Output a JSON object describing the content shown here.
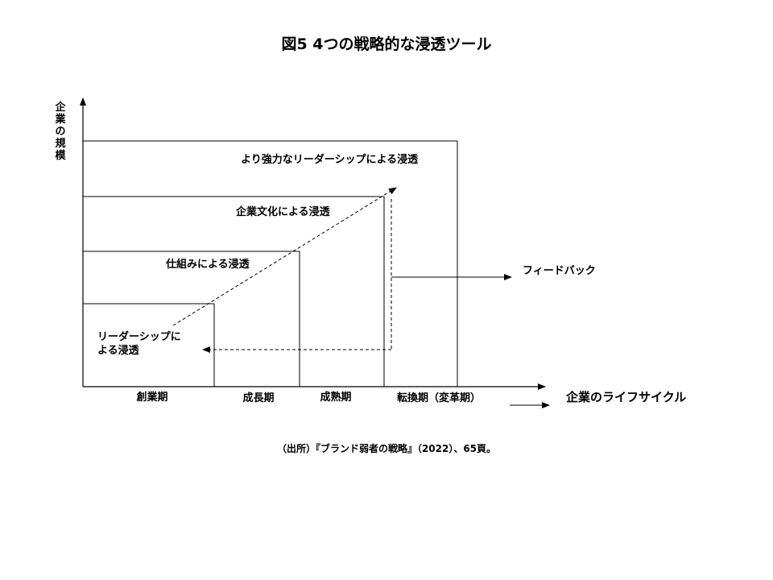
{
  "title": "図5 4つの戦略的な浸透ツール",
  "axes": {
    "y_label": "企業の規模",
    "x_label": "企業のライフサイクル"
  },
  "levels": [
    {
      "label": "リーダーシップに"
    },
    {
      "label": "よる浸透"
    },
    {
      "label": "仕組みによる浸透"
    },
    {
      "label": "企業文化による浸透"
    },
    {
      "label": "より強力なリーダーシップによる浸透"
    }
  ],
  "phases": [
    {
      "label": "創業期"
    },
    {
      "label": "成長期"
    },
    {
      "label": "成熟期"
    },
    {
      "label": "転換期（変革期）"
    }
  ],
  "feedback_label": "フィードバック",
  "source": "（出所）『ブランド弱者の戦略』（2022）、65頁。"
}
